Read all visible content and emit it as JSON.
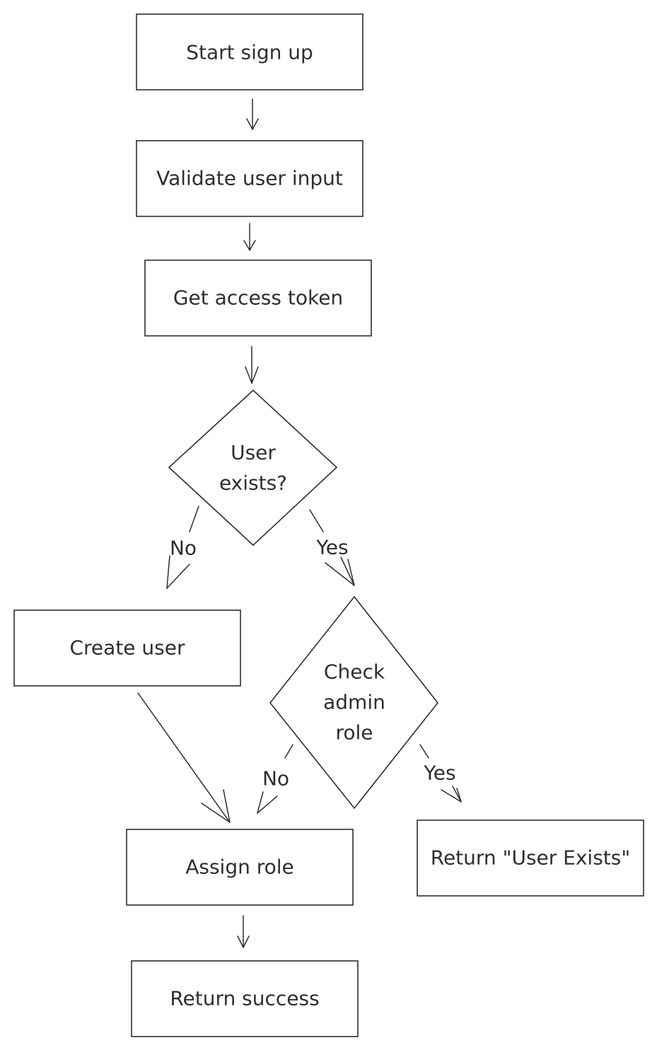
{
  "nodes": {
    "start": {
      "label": "Start sign up"
    },
    "validate": {
      "label": "Validate user input"
    },
    "token": {
      "label": "Get access token"
    },
    "user_exists": {
      "label_lines": [
        "User",
        "exists?"
      ]
    },
    "create_user": {
      "label": "Create user"
    },
    "check_admin": {
      "label_lines": [
        "Check",
        "admin",
        "role"
      ]
    },
    "assign_role": {
      "label": "Assign role"
    },
    "return_exists": {
      "label": "Return \"User Exists\""
    },
    "return_success": {
      "label": "Return success"
    }
  },
  "edges": {
    "user_exists_no": {
      "label": "No"
    },
    "user_exists_yes": {
      "label": "Yes"
    },
    "check_admin_no": {
      "label": "No"
    },
    "check_admin_yes": {
      "label": "Yes"
    }
  },
  "colors": {
    "stroke": "#2b2f33",
    "background": "#ffffff"
  }
}
